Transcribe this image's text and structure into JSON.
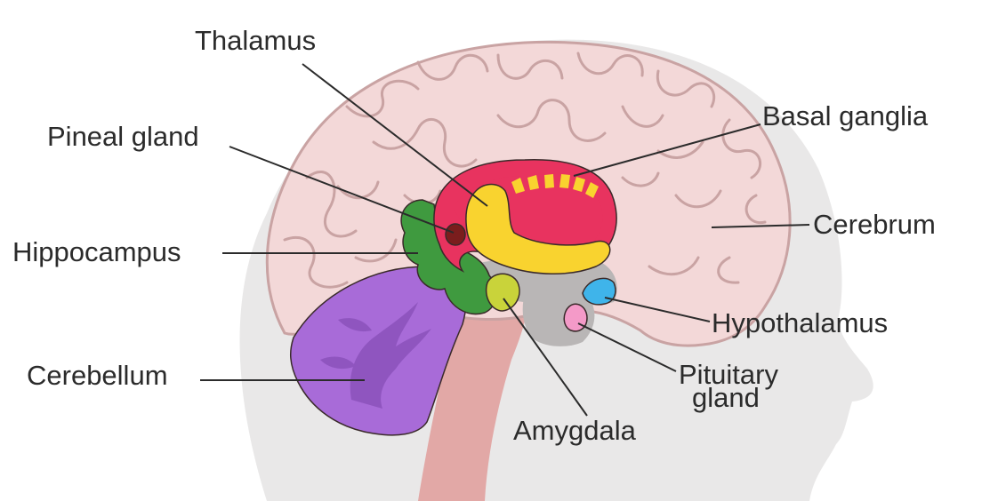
{
  "labels": {
    "thalamus": "Thalamus",
    "pineal_gland": "Pineal gland",
    "hippocampus": "Hippocampus",
    "cerebellum": "Cerebellum",
    "basal_ganglia": "Basal ganglia",
    "cerebrum": "Cerebrum",
    "hypothalamus": "Hypothalamus",
    "pituitary_line1": "Pituitary",
    "pituitary_line2": "gland",
    "amygdala": "Amygdala"
  },
  "colors": {
    "head": "#e9e8e8",
    "cerebrum": "#f3d8d8",
    "cerebrum_outline": "#c9a3a3",
    "brainstem": "#e2a8a6",
    "basal_ganglia": "#e8335f",
    "thalamus": "#f9d32f",
    "hippocampus": "#3f9a3f",
    "cerebellum": "#a86bd8",
    "amygdala": "#c9d33a",
    "hypothalamus": "#3fb4ea",
    "pituitary": "#f49ac8",
    "pineal": "#7a1d1d",
    "gray_core": "#b9b6b6"
  }
}
